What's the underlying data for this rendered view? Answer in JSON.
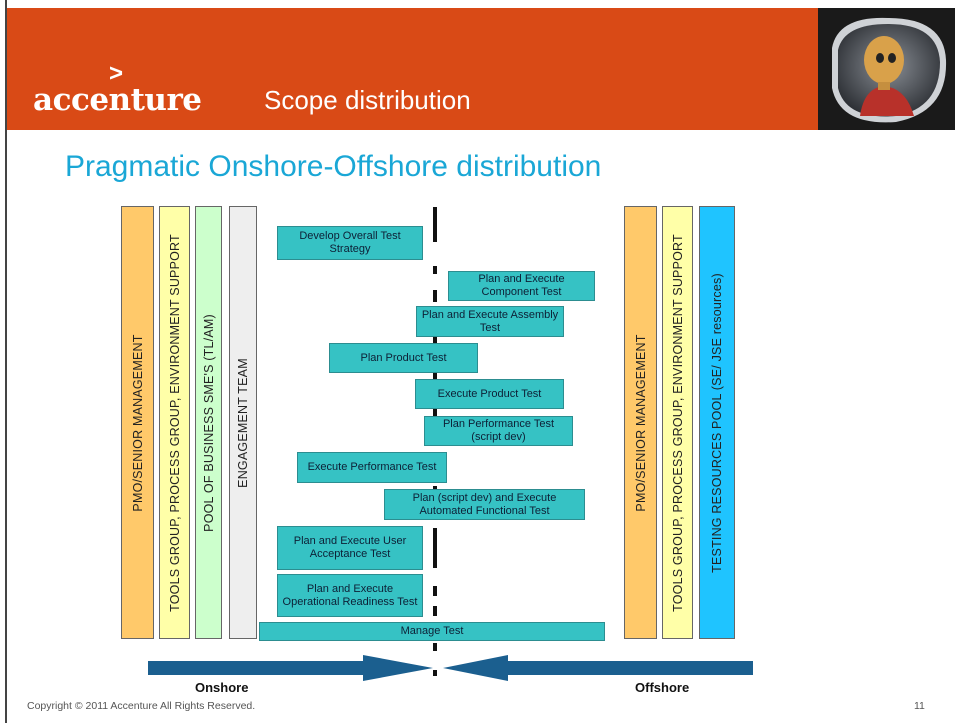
{
  "header": {
    "logo_text": "accenture",
    "logo_mark": ">",
    "title": "Scope distribution"
  },
  "slide": {
    "title": "Pragmatic Onshore-Offshore distribution"
  },
  "onshore_columns": [
    {
      "label": "PMO/SENIOR MANAGEMENT",
      "color": "#ffc96a"
    },
    {
      "label": "TOOLS GROUP, PROCESS GROUP, ENVIRONMENT SUPPORT",
      "color": "#ffffa8"
    },
    {
      "label": "POOL OF BUSINESS SME'S (TL/AM)",
      "color": "#ccffcc"
    },
    {
      "label": "ENGAGEMENT TEAM",
      "color": "#eeeeee"
    }
  ],
  "offshore_columns": [
    {
      "label": "PMO/SENIOR MANAGEMENT",
      "color": "#ffc96a"
    },
    {
      "label": "TOOLS GROUP, PROCESS GROUP, ENVIRONMENT SUPPORT",
      "color": "#ffffa8"
    },
    {
      "label": "TESTING RESOURCES POOL (SE/ JSE resources)",
      "color": "#1fc4ff"
    }
  ],
  "activities": [
    {
      "label": "Develop Overall Test Strategy"
    },
    {
      "label": "Plan and Execute Component Test"
    },
    {
      "label": "Plan and Execute Assembly Test"
    },
    {
      "label": "Plan Product Test"
    },
    {
      "label": "Execute Product Test"
    },
    {
      "label": "Plan Performance Test (script dev)"
    },
    {
      "label": "Execute Performance Test"
    },
    {
      "label": "Plan (script dev) and Execute Automated Functional Test"
    },
    {
      "label": "Plan and Execute User Acceptance Test"
    },
    {
      "label": "Plan and Execute Operational Readiness Test"
    },
    {
      "label": "Manage Test"
    }
  ],
  "arrows": {
    "onshore_label": "Onshore",
    "offshore_label": "Offshore",
    "color": "#1b5f8f"
  },
  "footer": {
    "copyright": "Copyright © 2011 Accenture  All Rights Reserved.",
    "page_number": "11"
  }
}
